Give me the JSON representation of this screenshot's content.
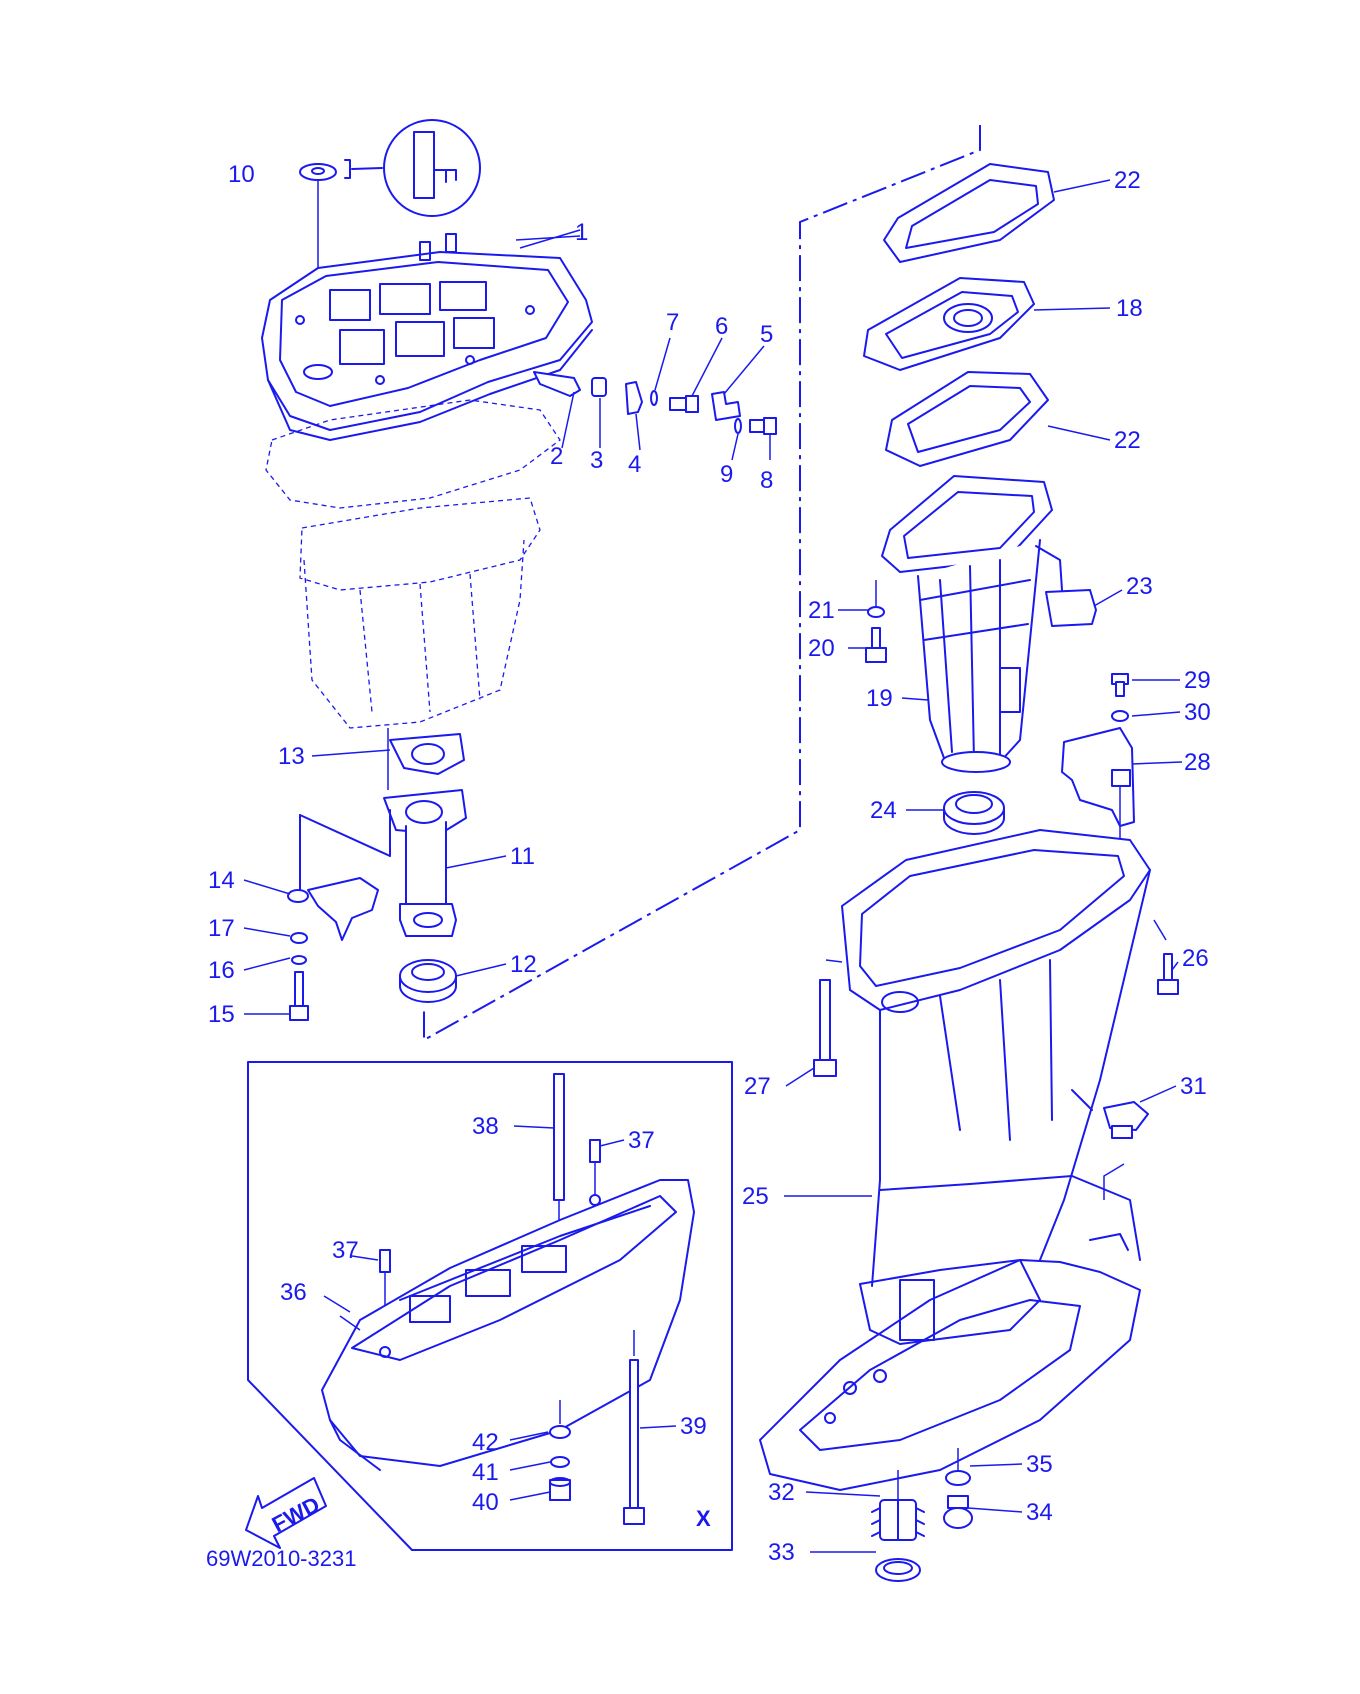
{
  "diagram": {
    "drawing_code": "69W2010-3231",
    "fwd_label": "FWD",
    "inset_marker": "X",
    "accent_color": "#1a1aee",
    "callouts": [
      "1",
      "2",
      "3",
      "4",
      "5",
      "6",
      "7",
      "8",
      "9",
      "10",
      "11",
      "12",
      "13",
      "14",
      "15",
      "16",
      "17",
      "18",
      "19",
      "20",
      "21",
      "22",
      "22",
      "23",
      "24",
      "25",
      "26",
      "27",
      "28",
      "29",
      "30",
      "31",
      "32",
      "33",
      "34",
      "35",
      "36",
      "37",
      "37",
      "38",
      "39",
      "40",
      "41",
      "42"
    ]
  }
}
